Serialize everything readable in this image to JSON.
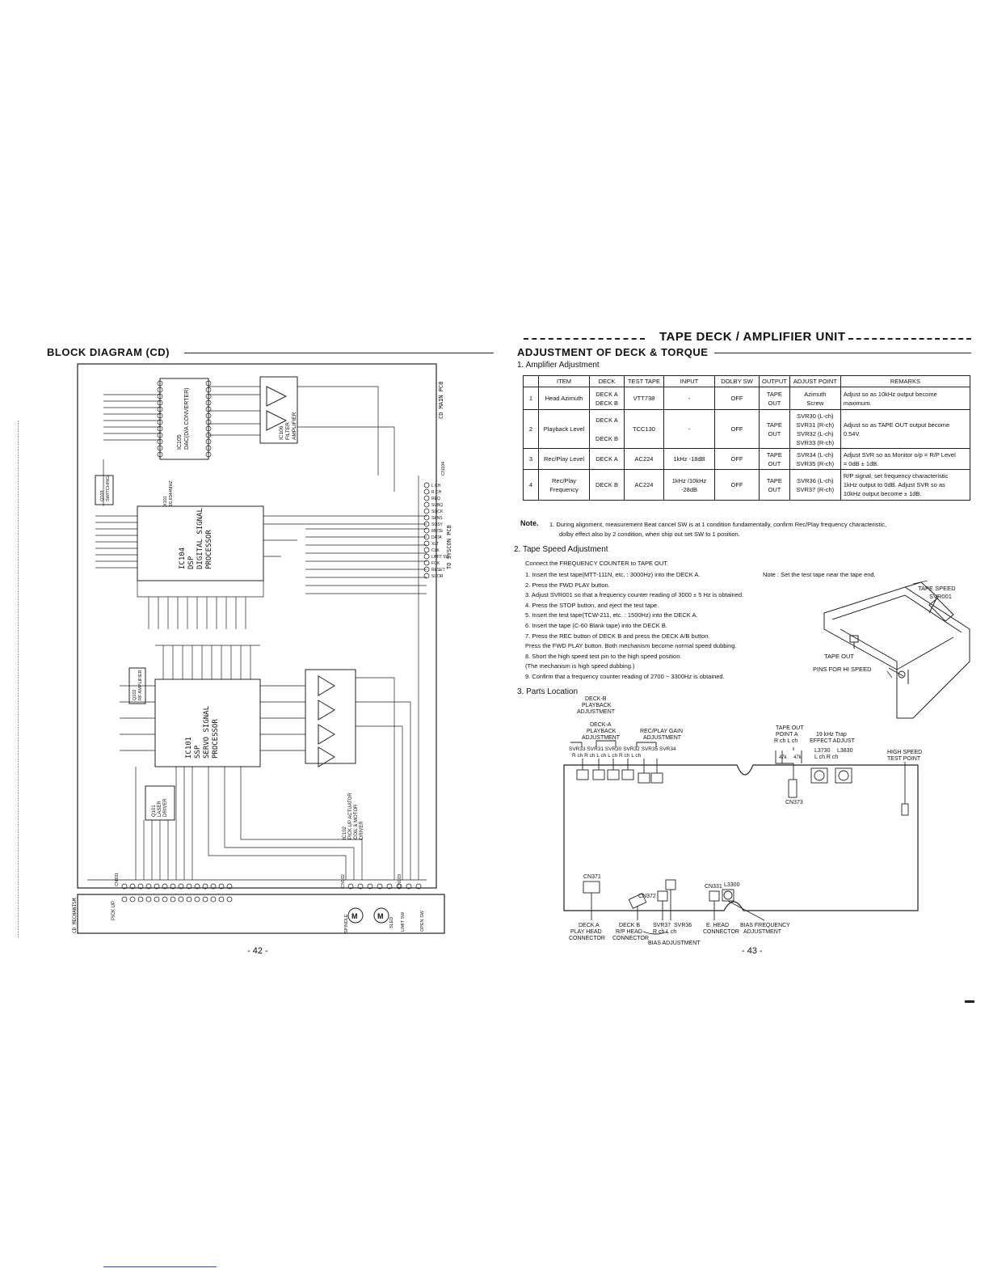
{
  "left_page": {
    "title": "BLOCK DIAGRAM (CD)",
    "page_number": "- 42 -",
    "side_labels": {
      "cd_main_pcb": "CD MAIN PCB",
      "cd_mechanism": "CD MECHANISM",
      "to_syscon_pcb": "TO SYSCON PCB",
      "pick_up": "PICK UP",
      "cn104": "CN104",
      "cn101": "CN101",
      "cn102": "CN102",
      "cn103": "CN103"
    },
    "ic_blocks": [
      {
        "id": "ic105",
        "lines": [
          "IC105",
          "DAC(D/A CONVERTER)"
        ]
      },
      {
        "id": "ic106",
        "lines": [
          "IC106",
          "FILTER",
          "AMPLIFIER"
        ]
      },
      {
        "id": "ic104",
        "lines": [
          "IC104",
          "DSP",
          "DIGITAL SIGNAL",
          "PROCESSOR"
        ]
      },
      {
        "id": "ic101",
        "lines": [
          "IC101",
          "SSP",
          "SERVO SIGNAL",
          "PROCESSOR"
        ]
      },
      {
        "id": "ic102",
        "lines": [
          "IC102",
          "PICK UP ACTUATOR",
          "COIL & MOTOR",
          "DRIVER"
        ]
      },
      {
        "id": "q101",
        "lines": [
          "Q101",
          "LASER",
          "DRIVER"
        ]
      },
      {
        "id": "q103",
        "lines": [
          "Q103",
          "SWITCHING"
        ]
      },
      {
        "id": "q102",
        "lines": [
          "Q102",
          "RF AMPLIFIER"
        ]
      },
      {
        "id": "x101",
        "lines": [
          "X101",
          "16.9344MHZ"
        ]
      }
    ],
    "connector_signals": [
      "L CH",
      "R CH",
      "REQ",
      "SUBQ",
      "SQCK",
      "SENS",
      "SQSY",
      "MUTE",
      "DATA",
      "XLT",
      "CLK",
      "LIMIT SW",
      "FOK",
      "RESET",
      "SCOR"
    ],
    "motor_labels": [
      "SPINDLE",
      "SLED",
      "LIMIT SW",
      "OPEN SW"
    ]
  },
  "right_page": {
    "section_header": "TAPE DECK / AMPLIFIER UNIT",
    "section_title": "ADJUSTMENT OF DECK & TORQUE",
    "page_number": "- 43 -",
    "amp": {
      "heading": "1.  Amplifier Adjustment",
      "headers": [
        "ITEM",
        "DECK",
        "TEST TAPE",
        "INPUT",
        "DOLBY SW",
        "OUTPUT",
        "ADJUST POINT",
        "REMARKS"
      ],
      "rows": [
        {
          "no": "1",
          "item": "Head Azimuth",
          "deck": [
            "DECK A",
            "DECK B"
          ],
          "tape": "VTT738",
          "input": "-",
          "dolby": "OFF",
          "output": [
            "TAPE",
            "OUT"
          ],
          "adjust": [
            "Azimuth",
            "Screw"
          ],
          "remarks": [
            "Adjust so as 10kHz output become",
            "maximum."
          ]
        },
        {
          "no": "2",
          "item": "Playback Level",
          "deck": [
            "DECK A",
            "DECK B"
          ],
          "tape": "TCC130",
          "input": "-",
          "dolby": "OFF",
          "output": [
            "TAPE",
            "OUT"
          ],
          "adjust": [
            "SVR30 (L-ch)",
            "SVR31 (R-ch)",
            "SVR32 (L-ch)",
            "SVR33 (R-ch)"
          ],
          "remarks": [
            "Adjust so as TAPE OUT output become",
            "0.54V."
          ]
        },
        {
          "no": "3",
          "item": "Rec/Play Level",
          "deck": [
            "DECK A"
          ],
          "tape": "AC224",
          "input": "1kHz -18dB",
          "dolby": "OFF",
          "output": [
            "TAPE",
            "OUT"
          ],
          "adjust": [
            "SVR34 (L-ch)",
            "SVR35 (R-ch)"
          ],
          "remarks": [
            "Adjust SVR so as Monitor o/p = R/P Level",
            "= 0dB ± 1dB."
          ]
        },
        {
          "no": "4",
          "item": "Rec/Play Frequency",
          "deck": [
            "DECK B"
          ],
          "tape": "AC224",
          "input": "1kHz /10kHz -28dB",
          "dolby": "OFF",
          "output": [
            "TAPE",
            "OUT"
          ],
          "adjust": [
            "SVR36 (L-ch)",
            "SVR37 (R-ch)"
          ],
          "remarks": [
            "R/P signal, set frequency characteristic",
            "1kHz output to 0dB.  Adjust SVR so as",
            "10kHz output become ± 1dB."
          ]
        }
      ],
      "note_label": "Note.",
      "note_lines": [
        "1.  During alignment, measurement Beat cancel SW is at 1 condition fundamentally, confirm Rec/Play frequency characteristic,",
        "dolby effect also by 2 condition, when ship out set SW to 1 position."
      ]
    },
    "speed": {
      "heading": "2.  Tape Speed Adjustment",
      "intro": "Connect the FREQUENCY COUNTER to TAPE OUT.",
      "steps": [
        "1.  Insert the test tape(MTT-111N, etc. : 3000Hz) into the DECK A.",
        "2.  Press the FWD PLAY button.",
        "3.  Adjust SVR001 so that a frequency counter reading of 3000 ± 5 Hz is obtained.",
        "4.  Press the STOP button, and eject the test tape.",
        "5.  Insert the test tape(TCW-211, etc. : 1500Hz) into the DECK A.",
        "6.  Insert the tape (C-60 Blank tape) into the DECK B.",
        "7.  Press the REC button of DECK B and press the DECK A/B button.",
        "     Press the FWD PLAY button. Both mechanism become normal speed dubbing.",
        "8.  Short the high speed test pin to the high speed position.",
        "     (The mechanism is high speed dubbing.)",
        "9.  Confirm that a frequency counter reading of 2700 ~ 3300Hz is obtained."
      ],
      "note": "Note : Set the test tape near the tape end.",
      "fig_labels": {
        "tape_speed": "TAPE SPEED",
        "svr001": "SVR001",
        "tape_out": "TAPE OUT",
        "pins": "PINS FOR HI SPEED"
      }
    },
    "parts": {
      "heading": "3.  Parts Location",
      "labels": {
        "deck_b_playback": [
          "DECK-B",
          "PLAYBACK",
          "ADJUSTMENT"
        ],
        "deck_a_playback": [
          "DECK-A",
          "PLAYBACK",
          "ADJUSTMENT"
        ],
        "rec_play_gain": [
          "REC/PLAY GAIN",
          "ADJUSTMENT"
        ],
        "svr_row": "SVR33  SVR31  SVR30  SVR32  SVR35  SVR34",
        "ch_row": "R ch    R ch    L ch     L ch    R ch    L ch",
        "tape_out_point": [
          "TAPE OUT",
          "POINT A",
          "R ch  L ch"
        ],
        "trap": [
          "19 kHz Trap",
          "EFFECT ADJUST"
        ],
        "res": [
          "47k",
          "47k"
        ],
        "l3730": "L3730",
        "l3830": "L3830",
        "lch_rch": "L ch     R ch",
        "high_speed": [
          "HIGH SPEED",
          "TEST POINT"
        ],
        "cn373": "CN373",
        "cn371": "CN371",
        "cn372": "CN372",
        "cn331": "CN331",
        "l3300": "L3300",
        "bottom": [
          "DECK A",
          "PLAY HEAD",
          "CONNECTOR"
        ],
        "bottom2": [
          "DECK B",
          "R/P HEAD",
          "CONNECTOR"
        ],
        "svr37": "SVR37",
        "svr36": "SVR36",
        "rch_lch": "R ch    L ch",
        "e_head": [
          "E. HEAD",
          "CONNECTOR"
        ],
        "bias_freq": [
          "BIAS FREQUENCY",
          "ADJUSTMENT"
        ],
        "bias_adj": "BIAS ADJUSTMENT"
      }
    }
  }
}
